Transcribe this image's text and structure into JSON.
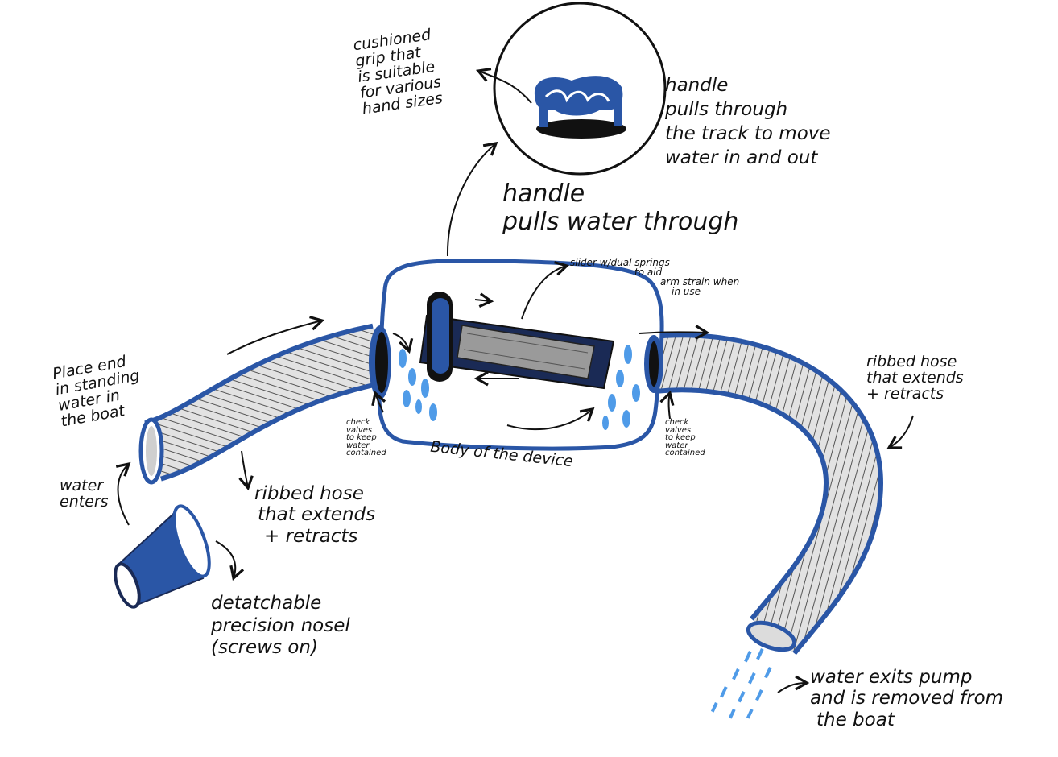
{
  "labels": {
    "cushioned_grip": [
      "cushioned",
      "grip that",
      "is suitable",
      "for various",
      "hand sizes"
    ],
    "handle_track": [
      "handle",
      "pulls through",
      "the track to move",
      "water in and out"
    ],
    "handle_pulls_water": [
      "handle",
      "pulls water through"
    ],
    "slider": [
      "slider w/dual springs",
      "to aid",
      "arm strain when",
      "in use"
    ],
    "place_end": [
      "Place end",
      "in standing",
      "water in",
      "the boat"
    ],
    "check_valves_left": [
      "check",
      "valves",
      "to keep",
      "water",
      "contained"
    ],
    "check_valves_right": [
      "check",
      "valves",
      "to keep",
      "water",
      "contained"
    ],
    "body": [
      "Body of the device"
    ],
    "water_enters": [
      "water",
      "enters"
    ],
    "ribbed_hose_left": [
      "ribbed hose",
      "that extends",
      "+ retracts"
    ],
    "ribbed_hose_right": [
      "ribbed hose",
      "that extends",
      "+ retracts"
    ],
    "nozzle": [
      "detatchable",
      "precision nosel",
      "(screws on)"
    ],
    "water_exits": [
      "water exits pump",
      "and is removed from",
      "the boat"
    ]
  },
  "colors": {
    "blue": "#2a56a6",
    "light_blue": "#4f9be8",
    "ink": "#111111",
    "hose_fill": "#dcdcdc",
    "slider_fill": "#9a9a9a"
  }
}
